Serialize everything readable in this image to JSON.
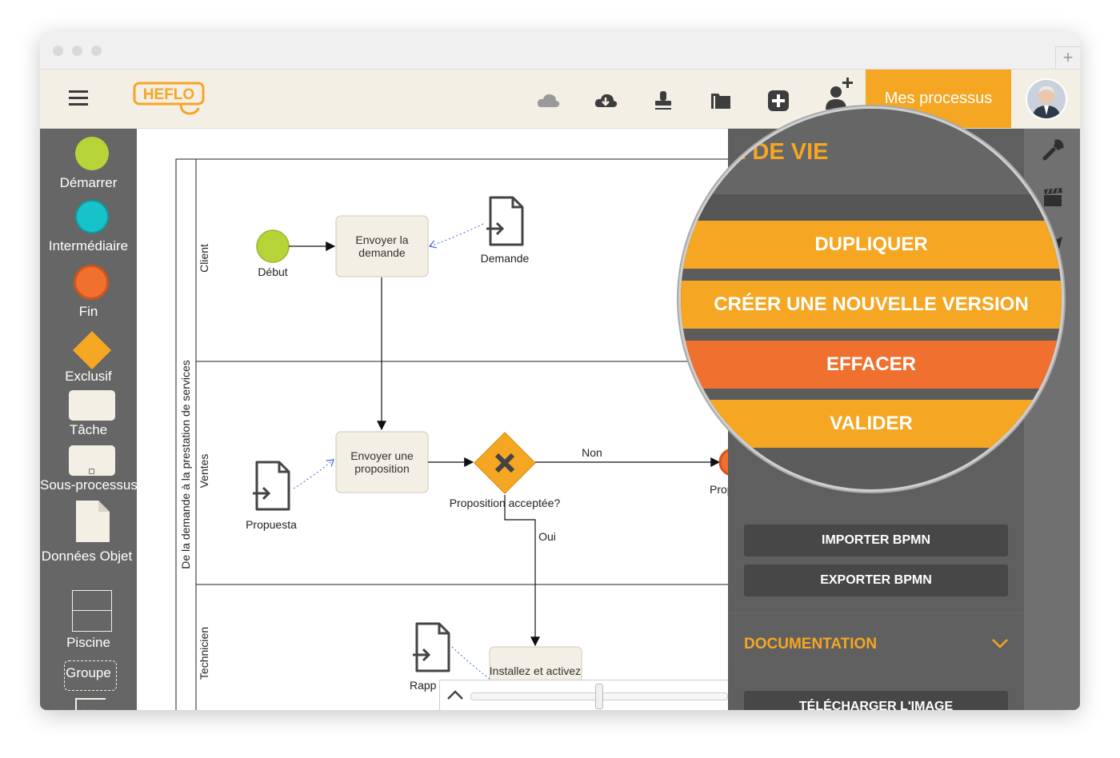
{
  "app": {
    "logo_text": "HEFLO",
    "new_tab_symbol": "+"
  },
  "header": {
    "icons": [
      "cloud-icon",
      "cloud-download-icon",
      "stamp-icon",
      "folder-icon",
      "plus-square-icon",
      "add-user-icon"
    ],
    "my_processes_label": "Mes processus"
  },
  "palette": {
    "items": [
      {
        "label": "Démarrer"
      },
      {
        "label": "Intermédiaire"
      },
      {
        "label": "Fin"
      },
      {
        "label": "Exclusif"
      },
      {
        "label": "Tâche"
      },
      {
        "label": "Sous-processus"
      },
      {
        "label": "Données Objet"
      },
      {
        "label": "Piscine"
      },
      {
        "label": "Groupe"
      }
    ]
  },
  "diagram": {
    "pool_label": "De la demande à la prestation de services",
    "lanes": [
      "Client",
      "Ventes",
      "Technicien"
    ],
    "start_event_label": "Début",
    "tasks": {
      "send_request": "Envoyer la demande",
      "send_proposal": "Envoyer une proposition",
      "install": "Installez et activez"
    },
    "data_objects": {
      "request": "Demande",
      "proposal": "Propuesta",
      "report": "Rapp"
    },
    "gateway_label": "Proposition acceptée?",
    "flow_labels": {
      "no": "Non",
      "yes": "Oui"
    },
    "end_event_partial_label": "Proposi"
  },
  "right_panel": {
    "lens_title_partial": "E DE VIE",
    "lens_buttons": [
      {
        "label": "DUPLIQUER",
        "color": "#f5a623"
      },
      {
        "label": "CRÉER UNE NOUVELLE VERSION",
        "color": "#f5a623"
      },
      {
        "label": "EFFACER",
        "color": "#f07030"
      },
      {
        "label": "VALIDER",
        "color": "#f5a623"
      }
    ],
    "import_bpmn": "IMPORTER BPMN",
    "export_bpmn": "EXPORTER BPMN",
    "documentation_title": "DOCUMENTATION",
    "download_image": "TÉLÉCHARGER L'IMAGE"
  },
  "right_toolbar": {
    "icons": [
      "wrench-icon",
      "clapperboard-icon",
      "send-icon"
    ]
  },
  "colors": {
    "accent": "#f5a623",
    "danger": "#f07030",
    "start": "#b6d438",
    "intermediate": "#17c3c8",
    "end": "#f07030",
    "panel": "#5f5f5f"
  }
}
